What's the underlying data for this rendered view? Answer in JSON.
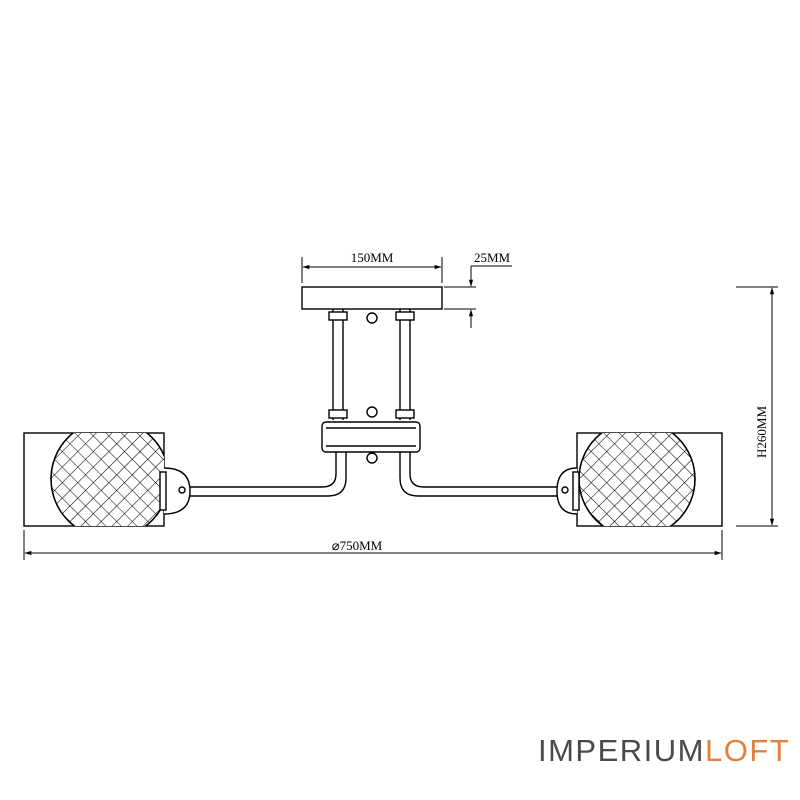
{
  "dimensions": {
    "canopy_width": "150MM",
    "canopy_height": "25MM",
    "total_height": "H260MM",
    "diameter": "⌀750MM"
  },
  "brand": {
    "part1": "IMPERIUM",
    "part2": "LOFT",
    "color_primary": "#4a4a4a",
    "color_accent": "#e0823c"
  }
}
